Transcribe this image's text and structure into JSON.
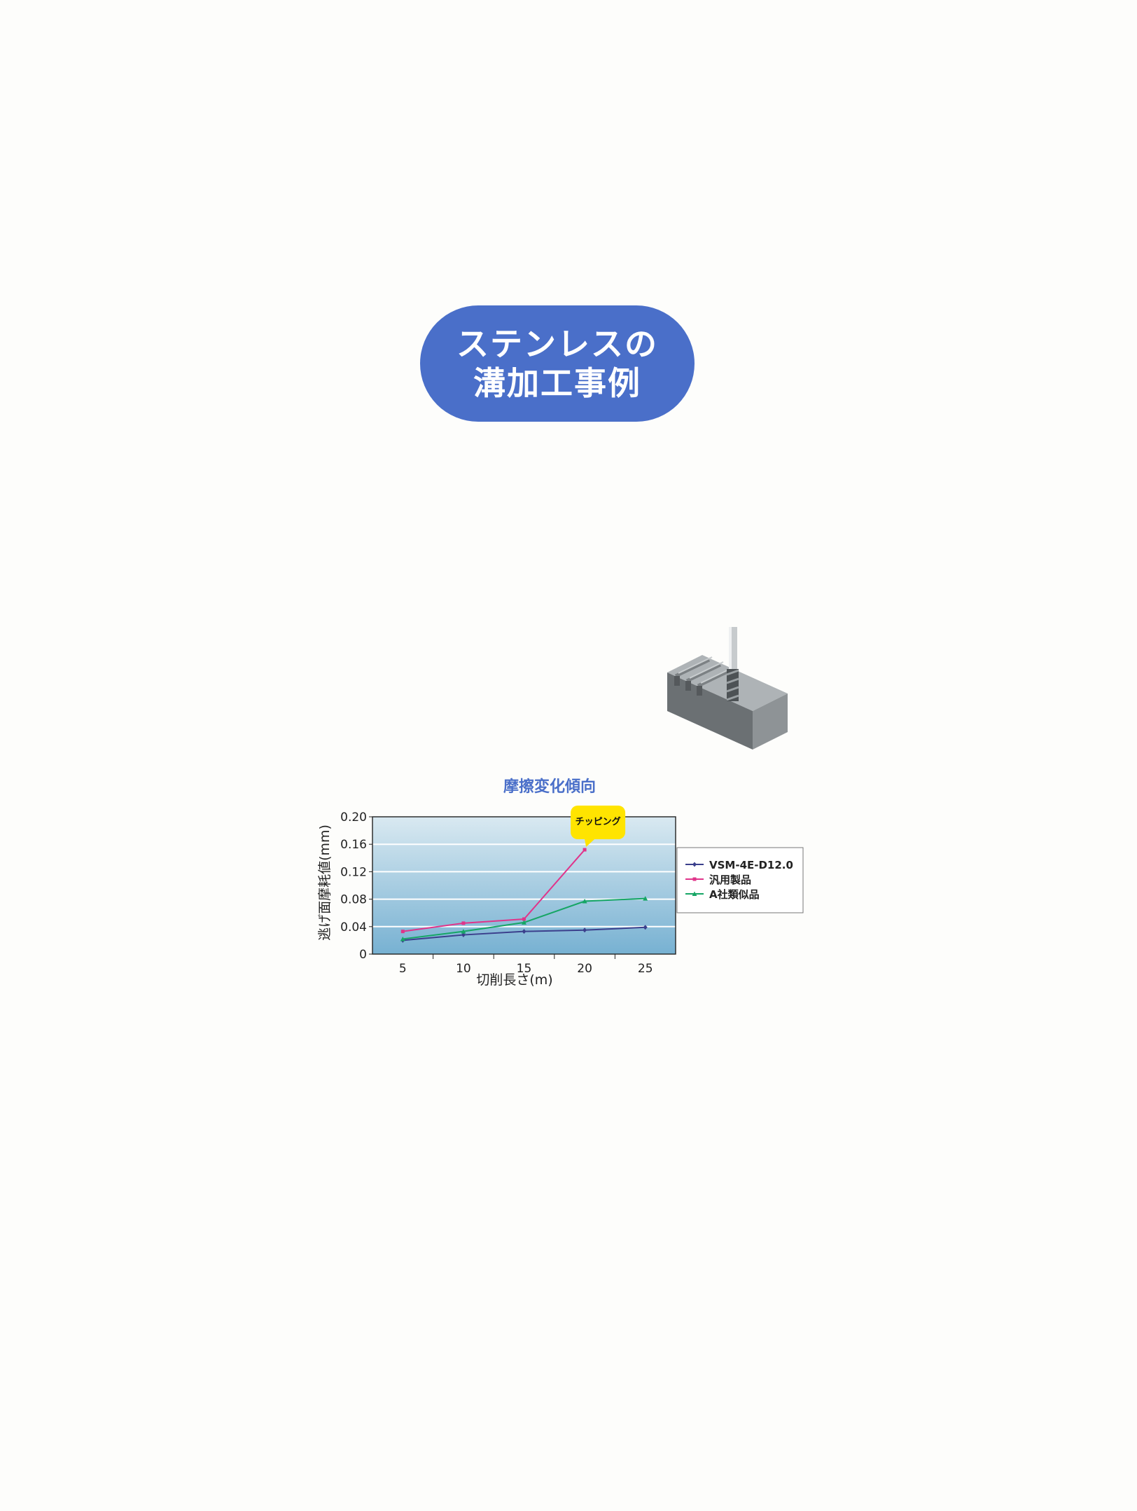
{
  "badge": {
    "line1": "ステンレスの",
    "line2": "溝加工事例"
  },
  "chart_data": {
    "type": "line",
    "title": "摩擦変化傾向",
    "xlabel": "切削長さ(m)",
    "ylabel": "逃げ面摩耗値(mm)",
    "x": [
      5,
      10,
      15,
      20,
      25
    ],
    "x_ticks": [
      "5",
      "10",
      "15",
      "20",
      "25"
    ],
    "y_ticks": [
      "0",
      "0.04",
      "0.08",
      "0.12",
      "0.16",
      "0.20"
    ],
    "ylim": [
      0,
      0.2
    ],
    "grid": true,
    "legend_position": "right",
    "series": [
      {
        "name": "VSM-4E-D12.0",
        "color": "#3b3f8c",
        "marker": "diamond",
        "values": [
          0.02,
          0.028,
          0.033,
          0.035,
          0.039
        ]
      },
      {
        "name": "汎用製品",
        "color": "#e0348a",
        "marker": "square",
        "values": [
          0.033,
          0.045,
          0.051,
          0.152,
          null
        ]
      },
      {
        "name": "A社類似品",
        "color": "#16a665",
        "marker": "triangle",
        "values": [
          0.022,
          0.033,
          0.046,
          0.077,
          0.081
        ]
      }
    ],
    "annotation": {
      "text": "チッピング",
      "x": 20,
      "y": 0.152,
      "color": "#ffe400"
    }
  }
}
